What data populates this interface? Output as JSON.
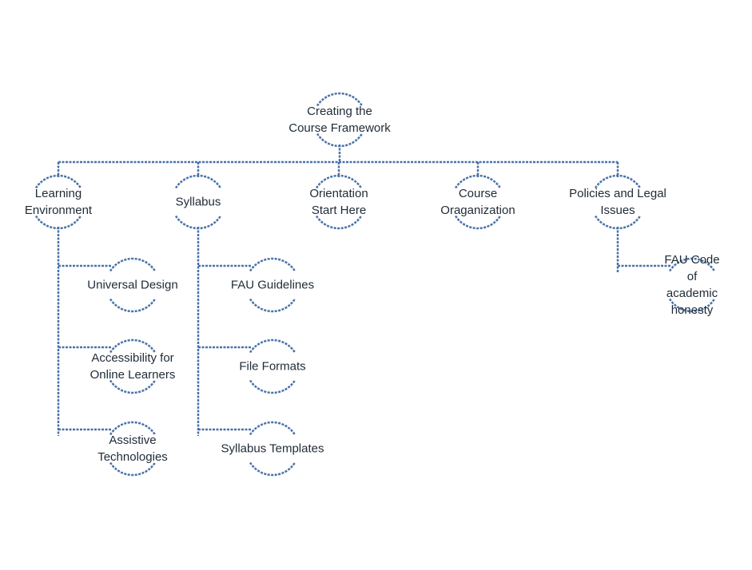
{
  "diagram": {
    "root": {
      "label": "Creating the\nCourse Framework"
    },
    "branches": [
      {
        "label": "Learning\nEnvironment",
        "children": [
          {
            "label": "Universal Design"
          },
          {
            "label": "Accessibility for\nOnline Learners"
          },
          {
            "label": "Assistive\nTechnologies"
          }
        ]
      },
      {
        "label": "Syllabus",
        "children": [
          {
            "label": "FAU Guidelines"
          },
          {
            "label": "File Formats"
          },
          {
            "label": "Syllabus Templates"
          }
        ]
      },
      {
        "label": "Orientation\nStart Here",
        "children": []
      },
      {
        "label": "Course\nOraganization",
        "children": []
      },
      {
        "label": "Policies and Legal\nIssues",
        "children": [
          {
            "label": "FAU Code of\nacademic honesty"
          }
        ]
      }
    ],
    "colors": {
      "line": "#4a72a8",
      "text": "#1f2a36"
    }
  }
}
